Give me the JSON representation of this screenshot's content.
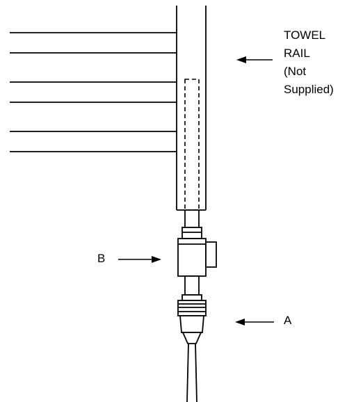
{
  "labels": {
    "towel_rail_line1": "TOWEL",
    "towel_rail_line2": "RAIL",
    "towel_rail_line3": "(Not",
    "towel_rail_line4": "Supplied)",
    "label_b": "B",
    "label_a": "A"
  },
  "colors": {
    "stroke": "#000000",
    "background": "#ffffff"
  }
}
